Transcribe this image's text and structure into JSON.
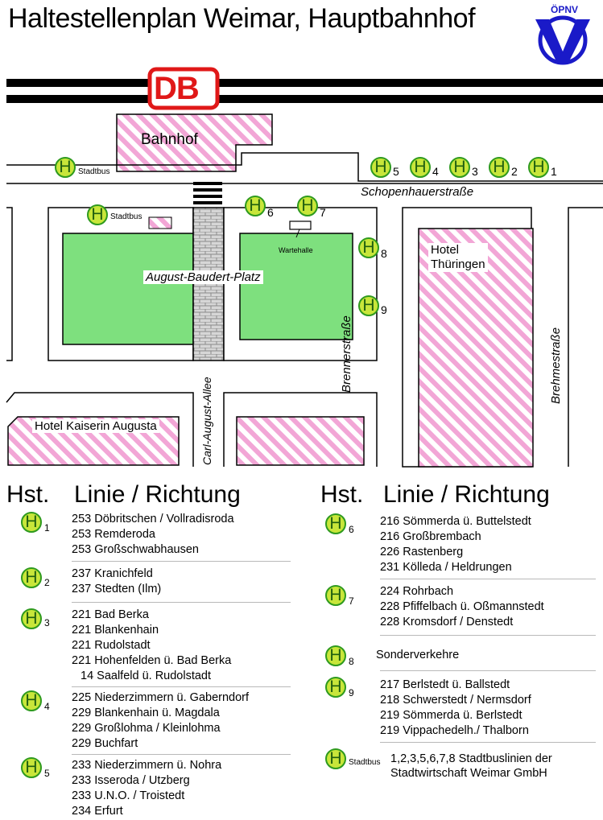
{
  "title": "Haltestellenplan Weimar, Hauptbahnhof",
  "logo": {
    "label": "ÖPNV",
    "icon": "oepnv-v-logo"
  },
  "map": {
    "db_logo": "DB",
    "bahnhof": "Bahnhof",
    "stadtbus": "Stadtbus",
    "stop_letter": "H",
    "top_stops": [
      "5",
      "4",
      "3",
      "2",
      "1"
    ],
    "stop6": "6",
    "stop7": "7",
    "stop8": "8",
    "stop9": "9",
    "wartehalle": "Wartehalle",
    "platz": "August-Baudert-Platz",
    "schopenhauer": "Schopenhauerstraße",
    "brenner": "Brennerstraße",
    "brehme": "Brehmestraße",
    "carl_august": "Carl-August-Allee",
    "hotel_thueringen_1": "Hotel",
    "hotel_thueringen_2": "Thüringen",
    "hotel_kaiserin": "Hotel Kaiserin Augusta"
  },
  "legend": {
    "hst": "Hst.",
    "linie": "Linie / Richtung",
    "left": [
      {
        "stop": "1",
        "lines": [
          "253 Döbritschen / Vollradisroda",
          "253 Remderoda",
          "253 Großschwabhausen"
        ]
      },
      {
        "stop": "2",
        "lines": [
          "237 Kranichfeld",
          "237 Stedten (Ilm)"
        ]
      },
      {
        "stop": "3",
        "lines": [
          "221 Bad Berka",
          "221 Blankenhain",
          "221 Rudolstadt",
          "221 Hohenfelden ü. Bad Berka",
          "14 Saalfeld ü. Rudolstadt"
        ]
      },
      {
        "stop": "4",
        "lines": [
          "225 Niederzimmern ü. Gaberndorf",
          "229 Blankenhain ü. Magdala",
          "229 Großlohma / Kleinlohma",
          "229 Buchfart"
        ]
      },
      {
        "stop": "5",
        "lines": [
          "233 Niederzimmern ü. Nohra",
          "233 Isseroda / Utzberg",
          "233 U.N.O. / Troistedt",
          "234 Erfurt"
        ]
      }
    ],
    "right": [
      {
        "stop": "6",
        "lines": [
          "216 Sömmerda ü. Buttelstedt",
          "216 Großbrembach",
          "226 Rastenberg",
          "231 Kölleda / Heldrungen"
        ]
      },
      {
        "stop": "7",
        "lines": [
          "224 Rohrbach",
          "228 Pfiffelbach ü. Oßmannstedt",
          "228 Kromsdorf / Denstedt"
        ]
      },
      {
        "stop": "8",
        "lines": [
          "Sonderverkehre"
        ]
      },
      {
        "stop": "9",
        "lines": [
          "217 Berlstedt ü. Ballstedt",
          "218 Schwerstedt / Nermsdorf",
          "219 Sömmerda ü. Berlstedt",
          "219 Vippachedelh./ Thalborn"
        ]
      },
      {
        "stop": "Stadtbus",
        "lines": [
          "1,2,3,5,6,7,8 Stadtbuslinien der",
          "Stadtwirtschaft Weimar GmbH"
        ]
      }
    ]
  }
}
